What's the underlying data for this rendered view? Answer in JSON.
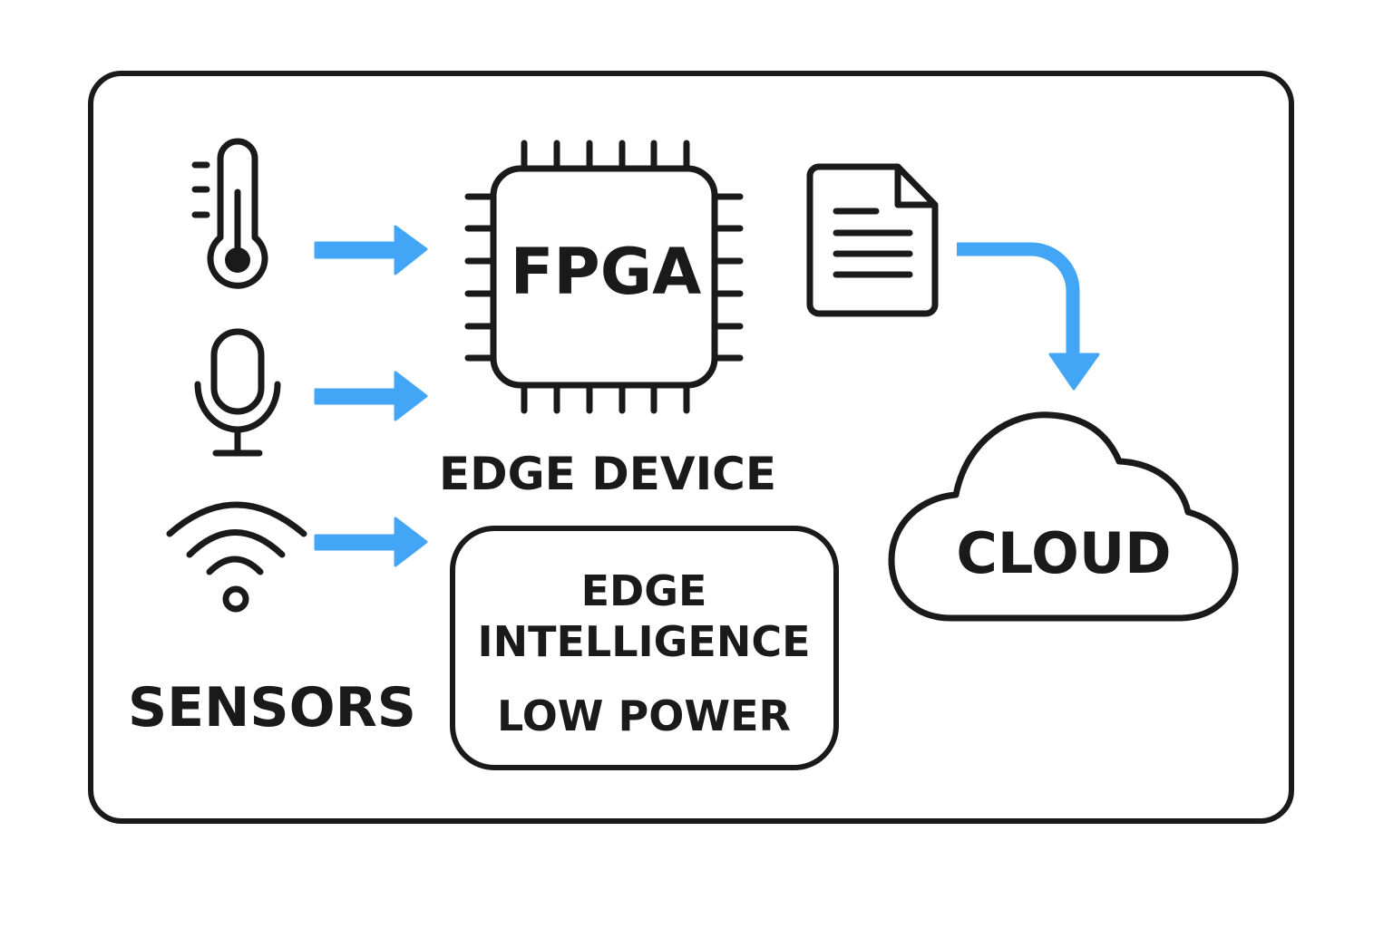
{
  "diagram": {
    "title": "Edge computing architecture",
    "accent_color": "#42A5F5",
    "ink_color": "#1a1a1a",
    "sensors": {
      "label": "SENSORS",
      "items": [
        {
          "name": "temperature",
          "icon": "thermometer-icon"
        },
        {
          "name": "audio",
          "icon": "microphone-icon"
        },
        {
          "name": "wireless",
          "icon": "wifi-icon"
        }
      ]
    },
    "edge_device": {
      "chip_label": "FPGA",
      "label": "EDGE DEVICE",
      "icon": "chip-icon"
    },
    "features_box": {
      "lines": [
        "EDGE",
        "INTELLIGENCE",
        "LOW POWER"
      ]
    },
    "data_output": {
      "icon": "document-icon"
    },
    "cloud": {
      "label": "CLOUD",
      "icon": "cloud-icon"
    },
    "edges": [
      {
        "from": "temperature",
        "to": "edge_device"
      },
      {
        "from": "audio",
        "to": "edge_device"
      },
      {
        "from": "wireless",
        "to": "features_box"
      },
      {
        "from": "data_output",
        "to": "cloud"
      }
    ]
  }
}
